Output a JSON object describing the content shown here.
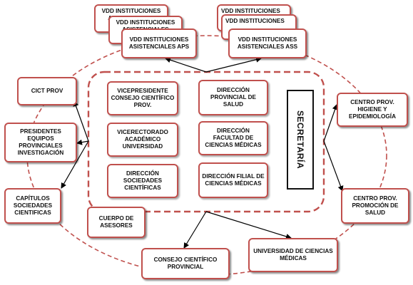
{
  "colors": {
    "accent": "#c0504d",
    "text": "#111111",
    "arrow": "#000000",
    "background": "#ffffff"
  },
  "nodes": {
    "vdd_aps_back2": "VDD INSTITUCIONES ASISTENCIALES",
    "vdd_aps_back1": "VDD INSTITUCIONES ASISTENCIALES",
    "vdd_aps": "VDD INSTITUCIONES ASISTENCIALES APS",
    "vdd_ass_back2": "VDD INSTITUCIONES",
    "vdd_ass_back1": "VDD INSTITUCIONES",
    "vdd_ass": "VDD INSTITUCIONES ASISTENCIALES ASS",
    "cict_prov": "CICT PROV",
    "presidentes": "PRESIDENTES EQUIPOS PROVINCIALES INVESTIGACIÓN",
    "capitulos": "CAPÍTULOS SOCIEDADES CIENTIFICAS",
    "cuerpo_asesores": "CUERPO DE ASESORES",
    "consejo_cientifico_prov": "CONSEJO CIENTÍFICO PROVINCIAL",
    "universidad": "UNIVERSIDAD DE CIENCIAS MÉDICAS",
    "centro_higiene": "CENTRO PROV. HIGIENE Y EPIDEMIOLOGÍA",
    "centro_promocion": "CENTRO PROV. PROMOCIÓN DE SALUD",
    "vicepresidente": "VICEPRESIDENTE CONSEJO CIENTÍFICO PROV.",
    "vicerrectorado": "VICERECTORADO ACADÉMICO UNIVERSIDAD",
    "direccion_sociedades": "DIRECCIÓN SOCIEDADES CIENTÍFICAS",
    "direccion_salud": "DIRECCIÓN PROVINCIAL DE SALUD",
    "direccion_facultad": "DIRECCIÓN FACULTAD DE CIENCIAS MÉDICAS",
    "direccion_filial": "DIRECCIÓN FILIAL DE CIENCIAS MÉDICAS",
    "secretaria": "SECRETARÍA"
  }
}
